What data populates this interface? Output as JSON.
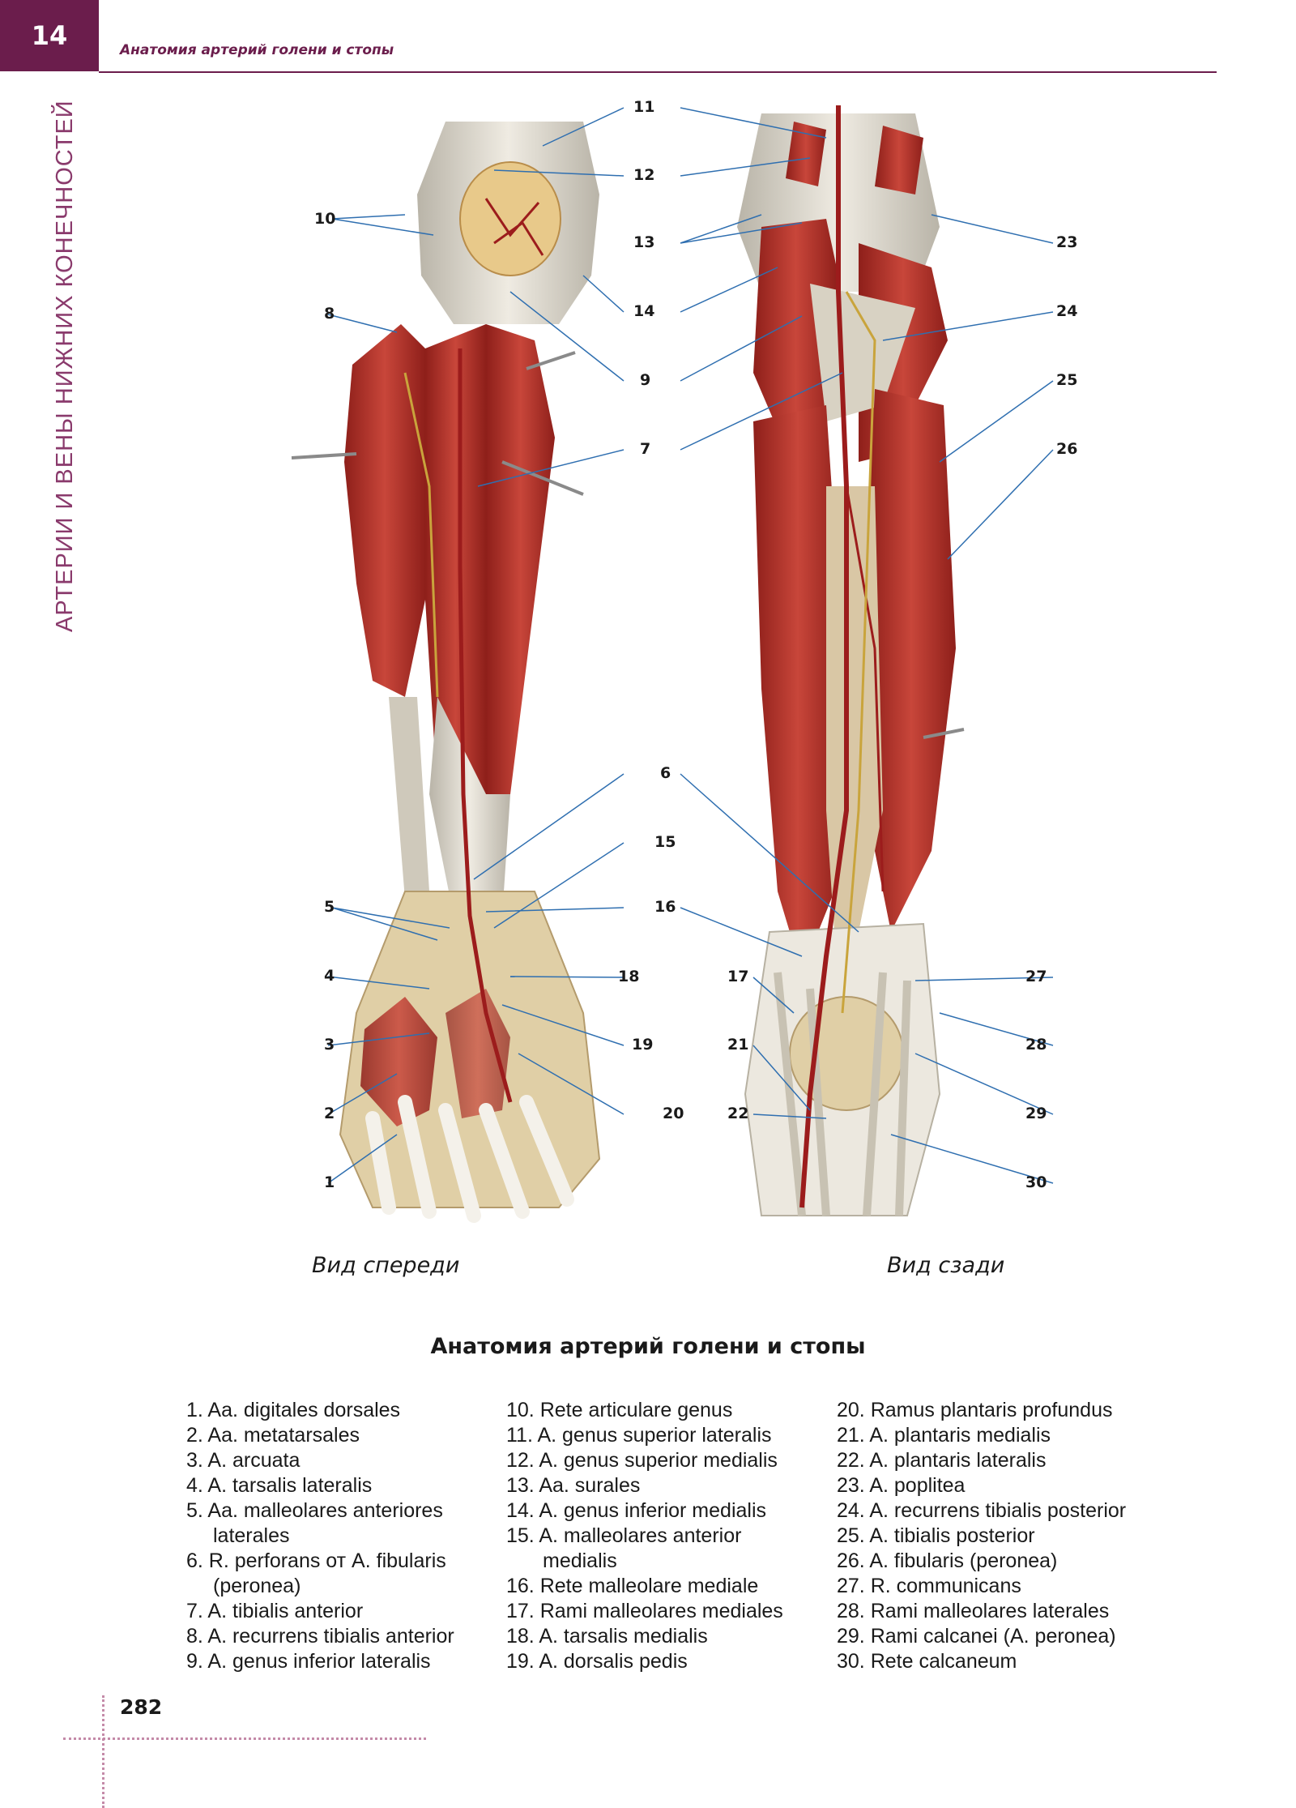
{
  "header": {
    "chapter_number": "14",
    "title": "Анатомия артерий голени и стопы"
  },
  "side_title": "АРТЕРИИ И ВЕНЫ НИЖНИХ КОНЕЧНОСТЕЙ",
  "figure": {
    "left_callouts": [
      "10",
      "8",
      "5",
      "4",
      "3",
      "2",
      "1"
    ],
    "center_callouts": [
      "11",
      "12",
      "13",
      "14",
      "9",
      "7",
      "6",
      "15",
      "16",
      "18",
      "19",
      "20",
      "17",
      "21",
      "22"
    ],
    "right_callouts": [
      "23",
      "24",
      "25",
      "26",
      "27",
      "28",
      "29",
      "30"
    ],
    "caption_front": "Вид спереди",
    "caption_back": "Вид сзади"
  },
  "legend": {
    "title": "Анатомия артерий голени и стопы",
    "col1": [
      "1. Aa. digitales dorsales",
      "2. Aa. metatarsales",
      "3. A. arcuata",
      "4. A. tarsalis lateralis",
      "5. Aa. malleolares anteriores",
      "laterales",
      "6. R. perforans от A. fibularis",
      "(peronea)",
      "7. A. tibialis anterior",
      "8. A. recurrens tibialis anterior",
      "9. A. genus inferior lateralis"
    ],
    "col2": [
      "10. Rete articulare genus",
      "11. A. genus superior lateralis",
      "12. A. genus superior medialis",
      "13. Aa. surales",
      "14. A. genus inferior medialis",
      "15. A. malleolares anterior",
      "medialis",
      "16. Rete malleolare mediale",
      "17. Rami malleolares mediales",
      "18. A. tarsalis medialis",
      "19. A. dorsalis pedis"
    ],
    "col3": [
      "20. Ramus plantaris profundus",
      "21. A. plantaris medialis",
      "22. A. plantaris lateralis",
      "23. A. poplitea",
      "24. A. recurrens tibialis posterior",
      "25. A. tibialis posterior",
      "26. A. fibularis (peronea)",
      "27. R. communicans",
      "28. Rami malleolares laterales",
      "29. Rami calcanei (A. peronea)",
      "30. Rete calcaneum"
    ]
  },
  "footer": {
    "page_number": "282"
  },
  "colors": {
    "accent": "#6b1d4c",
    "muscle": "#b5322a",
    "tendon": "#dcd6c8",
    "bone": "#e8c98a",
    "artery": "#9c1c1c",
    "leader": "#2f6fb0"
  }
}
